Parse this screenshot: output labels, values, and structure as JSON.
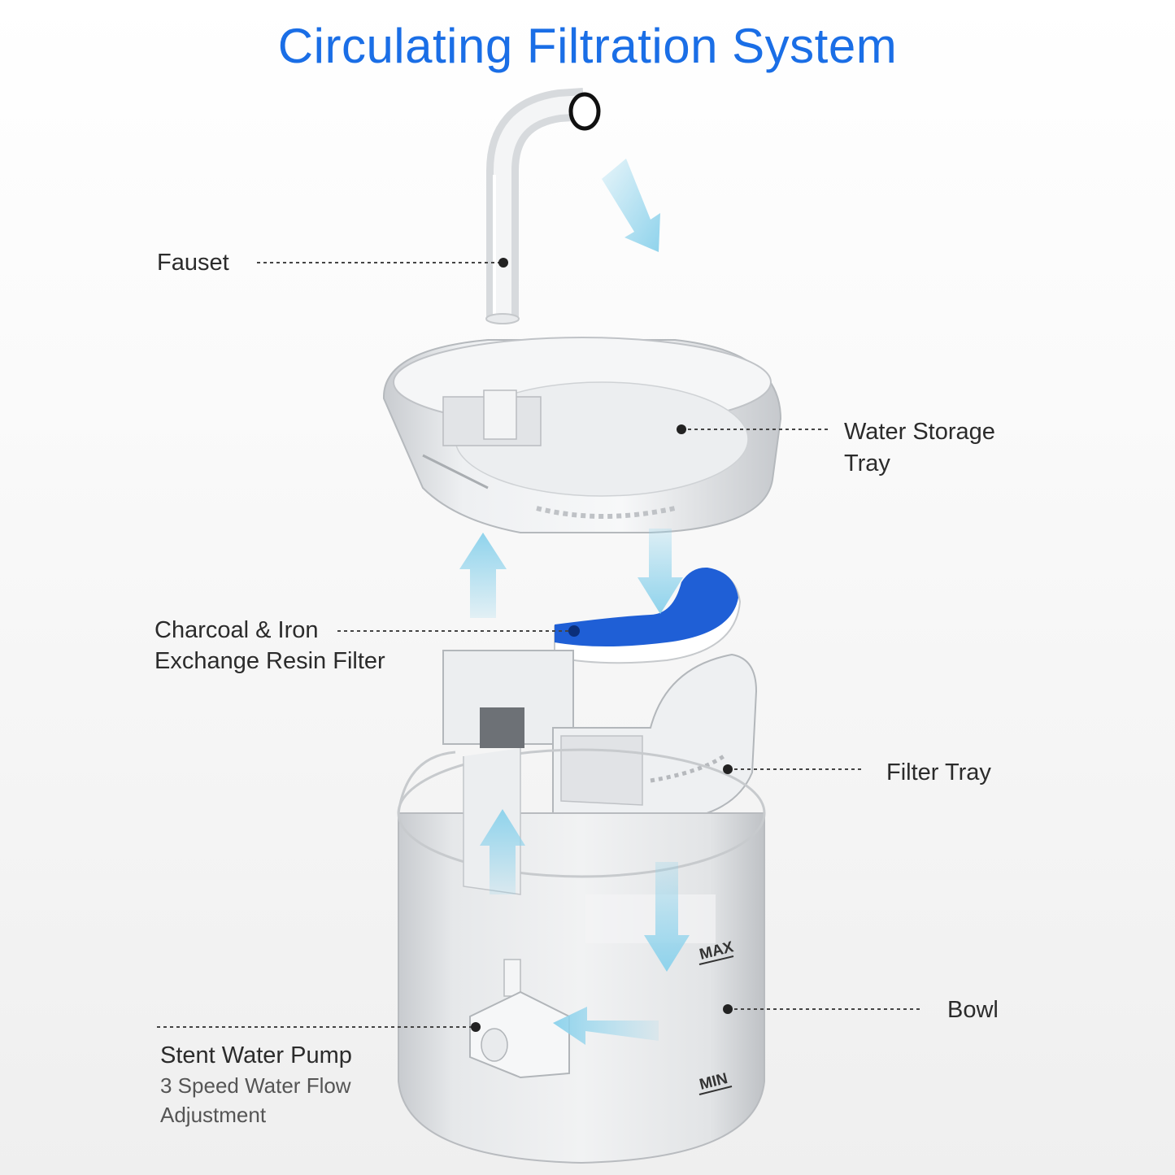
{
  "title": "Circulating Filtration System",
  "labels": {
    "faucet": "Fauset",
    "tray": [
      "Water Storage",
      "Tray"
    ],
    "filter": [
      "Charcoal & Iron",
      "Exchange Resin Filter"
    ],
    "filter_tray": "Filter Tray",
    "bowl": "Bowl",
    "pump": "Stent Water Pump",
    "pump_sub": [
      "3 Speed Water Flow",
      "Adjustment"
    ]
  },
  "marks": {
    "max": "MAX",
    "min": "MIN"
  },
  "colors": {
    "title": "#1a6ee6",
    "arrow": "#8fd3ec",
    "filter": "#1f5fd6"
  }
}
